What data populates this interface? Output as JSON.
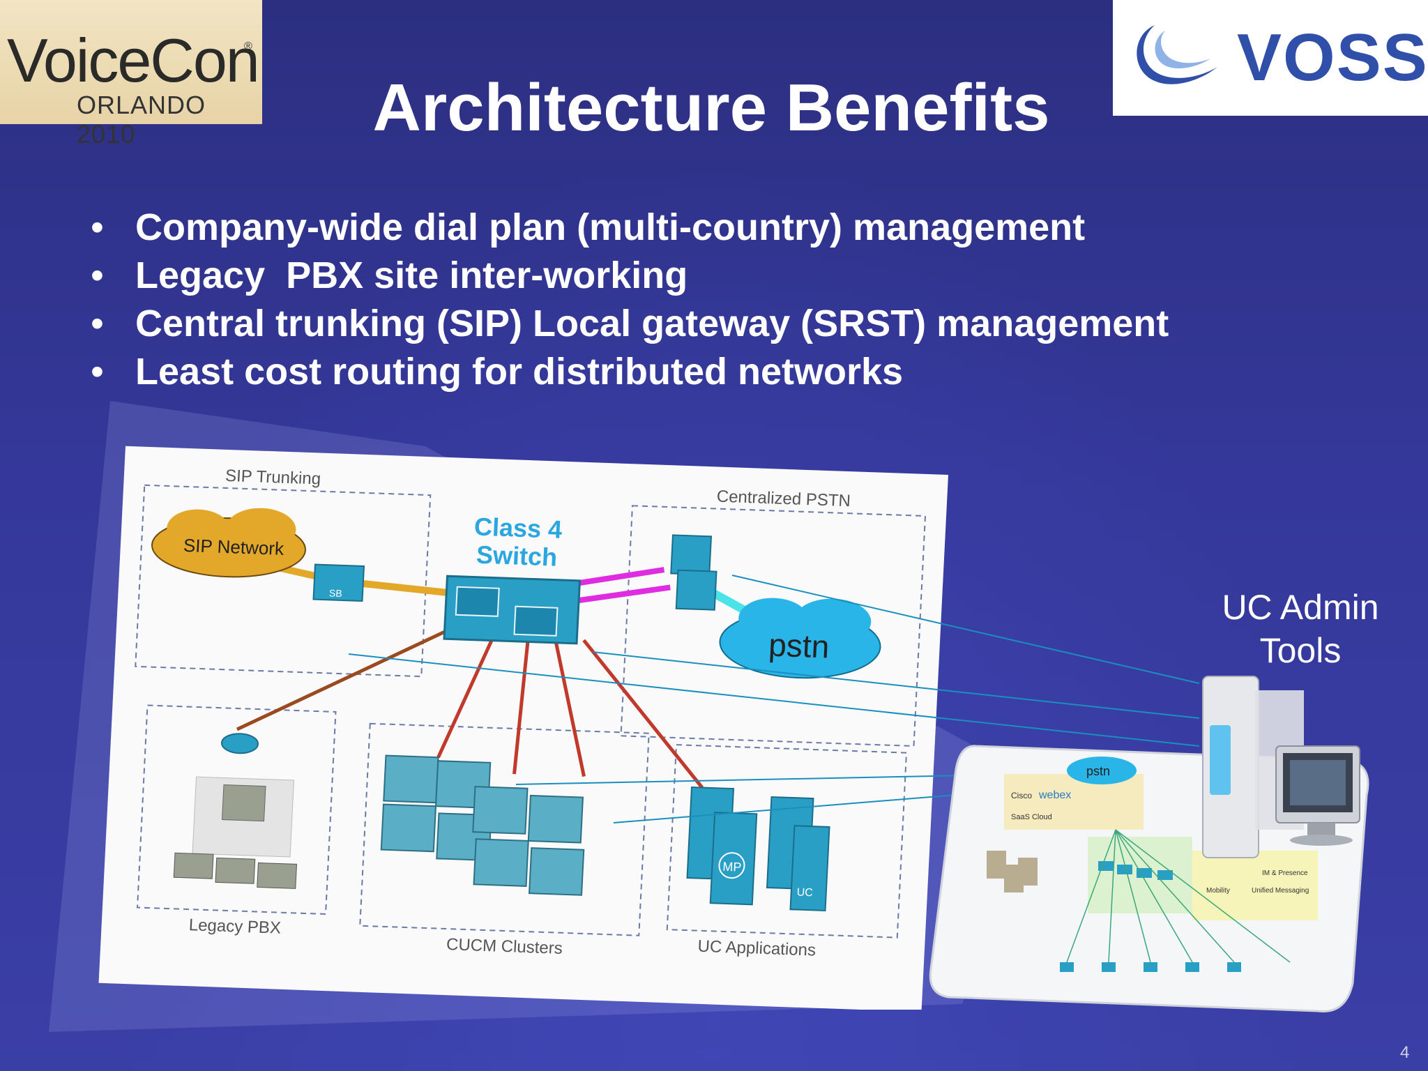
{
  "slide": {
    "title": "Architecture Benefits",
    "page_number": "4",
    "bullets": [
      "Company-wide dial plan (multi-country) management",
      "Legacy  PBX site inter-working",
      "Central trunking (SIP) Local gateway (SRST) management",
      "Least cost routing for distributed networks"
    ],
    "bullet_glyph": "•"
  },
  "logos": {
    "left": {
      "name": "VoiceCon",
      "registered": "®",
      "subtitle": "ORLANDO 2010"
    },
    "right": {
      "name": "VOSS",
      "color": "#2f4fa8"
    }
  },
  "diagram": {
    "groups": {
      "sip_trunking": "SIP Trunking",
      "centralized_pstn": "Centralized PSTN",
      "legacy_pbx": "Legacy PBX",
      "cucm_clusters": "CUCM Clusters",
      "uc_applications": "UC Applications"
    },
    "clouds": {
      "sip_network": "SIP Network",
      "pstn": "pstn"
    },
    "switch_label_line1": "Class 4",
    "switch_label_line2": "Switch",
    "sbc_label": "SB",
    "app_labels": {
      "mp": "MP",
      "uc": "UC"
    },
    "colors": {
      "device": "#2a9fc6",
      "sip_cloud": "#e3a82a",
      "pstn_cloud": "#29b5e8",
      "magenta_link": "#e02ce0",
      "cyan_link": "#4ae3e8",
      "red_link": "#c0392b",
      "accent_text": "#2aa6e0"
    }
  },
  "uc_admin": {
    "label_line1": "UC Admin",
    "label_line2": "Tools",
    "mini_diagram": {
      "cloud": "pstn",
      "webex": "webex",
      "cisco": "Cisco",
      "saas": "SaaS Cloud",
      "im_presence": "IM & Presence",
      "mobility": "Mobility",
      "unified_messaging": "Unified Messaging"
    }
  }
}
